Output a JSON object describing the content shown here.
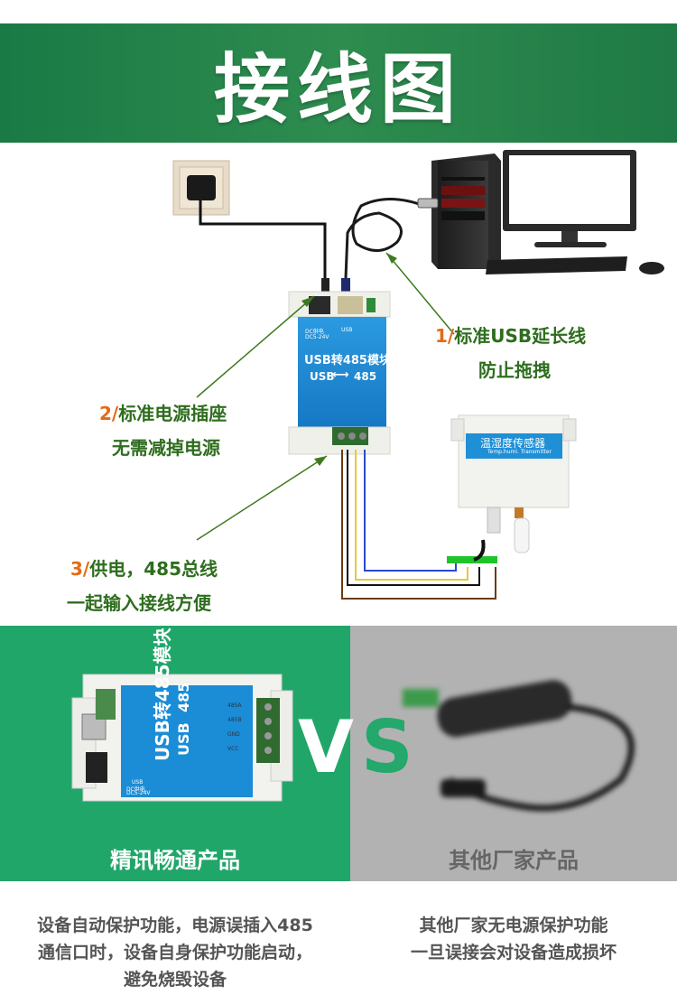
{
  "header": {
    "title": "接线图"
  },
  "diagram": {
    "label1": {
      "num": "1/",
      "line1": "标准USB延长线",
      "line2": "防止拖拽"
    },
    "label2": {
      "num": "2/",
      "line1": "标准电源插座",
      "line2": "无需减掉电源"
    },
    "label3": {
      "num": "3/",
      "line1": "供电，485总线",
      "line2": "一起输入接线方便"
    },
    "module": {
      "title": "USB转485模块",
      "sub_left": "USB",
      "sub_right": "485",
      "port_dc": "DC供电",
      "port_dc2": "DC5-24V",
      "port_usb": "USB"
    },
    "sensor": {
      "title": "温湿度传感器",
      "subtitle": "Temp.humi. Transmitter"
    }
  },
  "compare": {
    "left_caption": "精讯畅通产品",
    "right_caption": "其他厂家产品",
    "vs_v": "V",
    "vs_s": "S",
    "module_title": "USB转485模块",
    "module_usb": "USB",
    "module_485": "485",
    "terminals": [
      "485A",
      "485B",
      "GND",
      "VCC"
    ],
    "port_usb": "USB",
    "port_dc": "DC供电",
    "port_dc2": "DC5-24V"
  },
  "footer": {
    "left_line1": "设备自动保护功能，电源误插入485",
    "left_line2": "通信口时，设备自身保护功能启动，",
    "left_line3": "避免烧毁设备",
    "right_line1": "其他厂家无电源保护功能",
    "right_line2": "一旦误接会对设备造成损坏"
  },
  "colors": {
    "header_green": "#1f7a45",
    "label_green": "#2e6d1e",
    "accent_orange": "#e36b14",
    "panel_green": "#21a66a",
    "panel_gray": "#b2b2b2",
    "module_blue": "#1d8fd6"
  }
}
